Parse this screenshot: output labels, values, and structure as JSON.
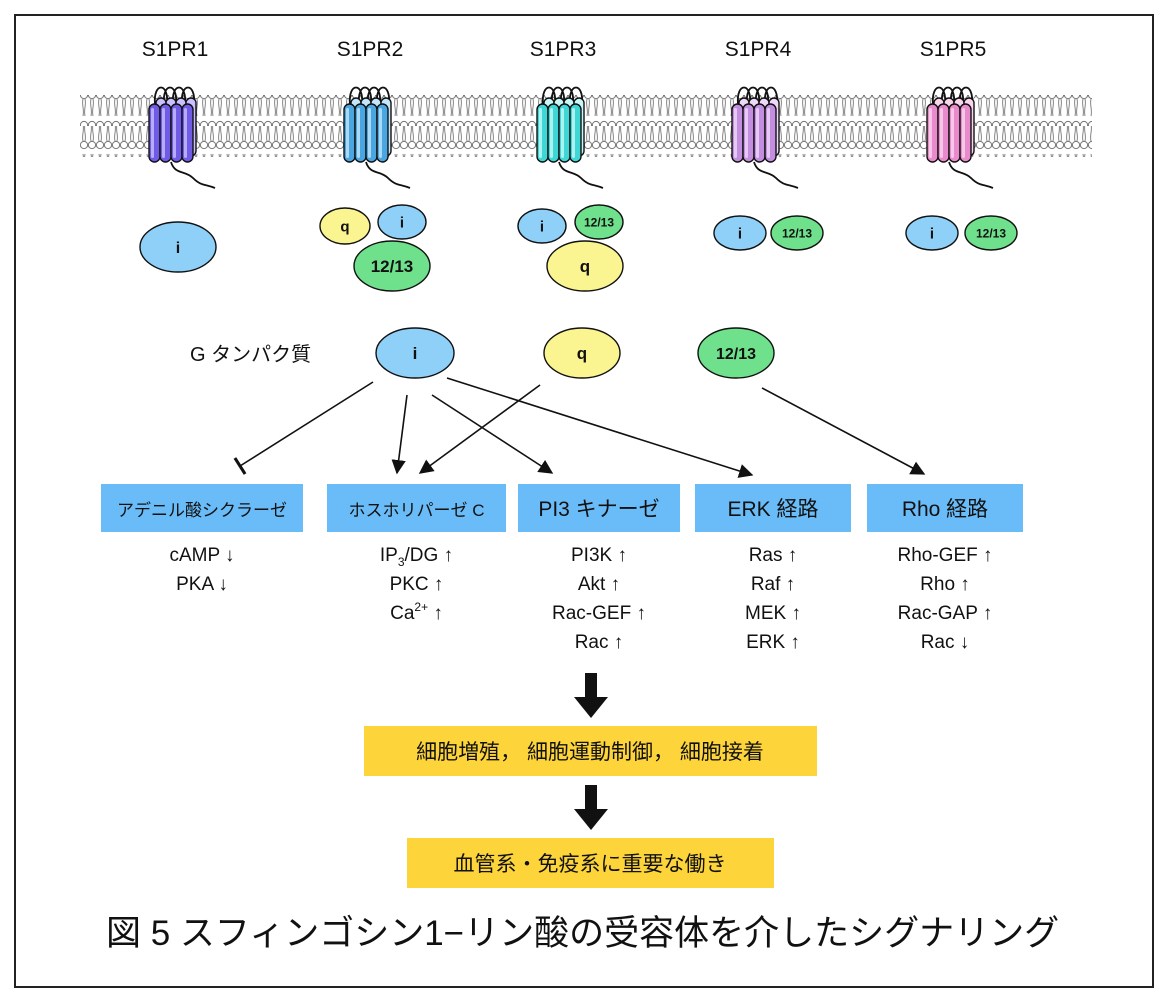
{
  "receptors": [
    {
      "name": "S1PR1",
      "color": "#6f5be6",
      "light": "#c9c0ff",
      "gproteins": [
        "i"
      ]
    },
    {
      "name": "S1PR2",
      "color": "#4aa6e0",
      "light": "#c3e6fb",
      "gproteins": [
        "q",
        "i",
        "12/13"
      ]
    },
    {
      "name": "S1PR3",
      "color": "#3fd6d6",
      "light": "#c9f7f7",
      "gproteins": [
        "i",
        "12/13",
        "q"
      ]
    },
    {
      "name": "S1PR4",
      "color": "#c48ee0",
      "light": "#eed9f8",
      "gproteins": [
        "i",
        "12/13"
      ]
    },
    {
      "name": "S1PR5",
      "color": "#e88acb",
      "light": "#f9d6ee",
      "gproteins": [
        "i",
        "12/13"
      ]
    }
  ],
  "gprotein_label": "G タンパク質",
  "gproteins": {
    "i": {
      "label": "i",
      "color": "#8fd0f8"
    },
    "q": {
      "label": "q",
      "color": "#fbf591"
    },
    "g1213": {
      "label": "12/13",
      "color": "#6fe08c"
    }
  },
  "pathways": [
    {
      "label": "アデニル酸シクラーゼ",
      "effects": [
        "cAMP ↓",
        "PKA ↓"
      ]
    },
    {
      "label": "ホスホリパーゼ C",
      "effects": [
        "IP3/DG ↑",
        "PKC ↑",
        "Ca2+ ↑"
      ]
    },
    {
      "label": "PI3 キナーゼ",
      "effects": [
        "PI3K ↑",
        "Akt ↑",
        "Rac-GEF ↑",
        "Rac ↑"
      ]
    },
    {
      "label": "ERK 経路",
      "effects": [
        "Ras ↑",
        "Raf ↑",
        "MEK ↑",
        "ERK ↑"
      ]
    },
    {
      "label": "Rho 経路",
      "effects": [
        "Rho-GEF ↑",
        "Rho ↑",
        "Rac-GAP ↑",
        "Rac ↓"
      ]
    }
  ],
  "outcomes": [
    "細胞増殖， 細胞運動制御， 細胞接着",
    "血管系・免疫系に重要な働き"
  ],
  "caption": "図 5 スフィンゴシン1−リン酸の受容体を介したシグナリング",
  "colors": {
    "pathway_box": "#69bcf7",
    "outcome_box": "#fdd43a",
    "membrane": "#777777"
  }
}
